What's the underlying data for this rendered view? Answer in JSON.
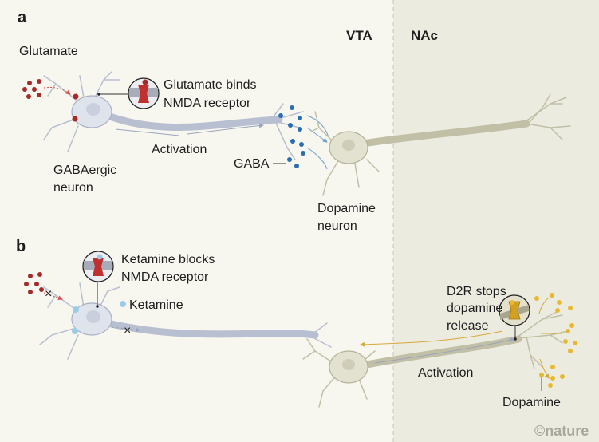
{
  "panels": {
    "a": "a",
    "b": "b"
  },
  "regions": {
    "vta": "VTA",
    "nac": "NAc"
  },
  "panel_a": {
    "glutamate": "Glutamate",
    "binds_line1": "Glutamate binds",
    "binds_line2": "NMDA receptor",
    "activation": "Activation",
    "gaba_neuron_line1": "GABAergic",
    "gaba_neuron_line2": "neuron",
    "gaba": "GABA",
    "dopamine_neuron_line1": "Dopamine",
    "dopamine_neuron_line2": "neuron"
  },
  "panel_b": {
    "blocks_line1": "Ketamine blocks",
    "blocks_line2": "NMDA receptor",
    "ketamine": "Ketamine",
    "d2r_line1": "D2R stops",
    "d2r_line2": "dopamine",
    "d2r_line3": "release",
    "activation": "Activation",
    "dopamine": "Dopamine"
  },
  "credit": "©nature",
  "colors": {
    "glutamate": "#a52a2a",
    "gaba": "#2a6db5",
    "ketamine": "#9ccbe8",
    "dopamine": "#e8b830",
    "nac_bg": "#ecebe0"
  }
}
